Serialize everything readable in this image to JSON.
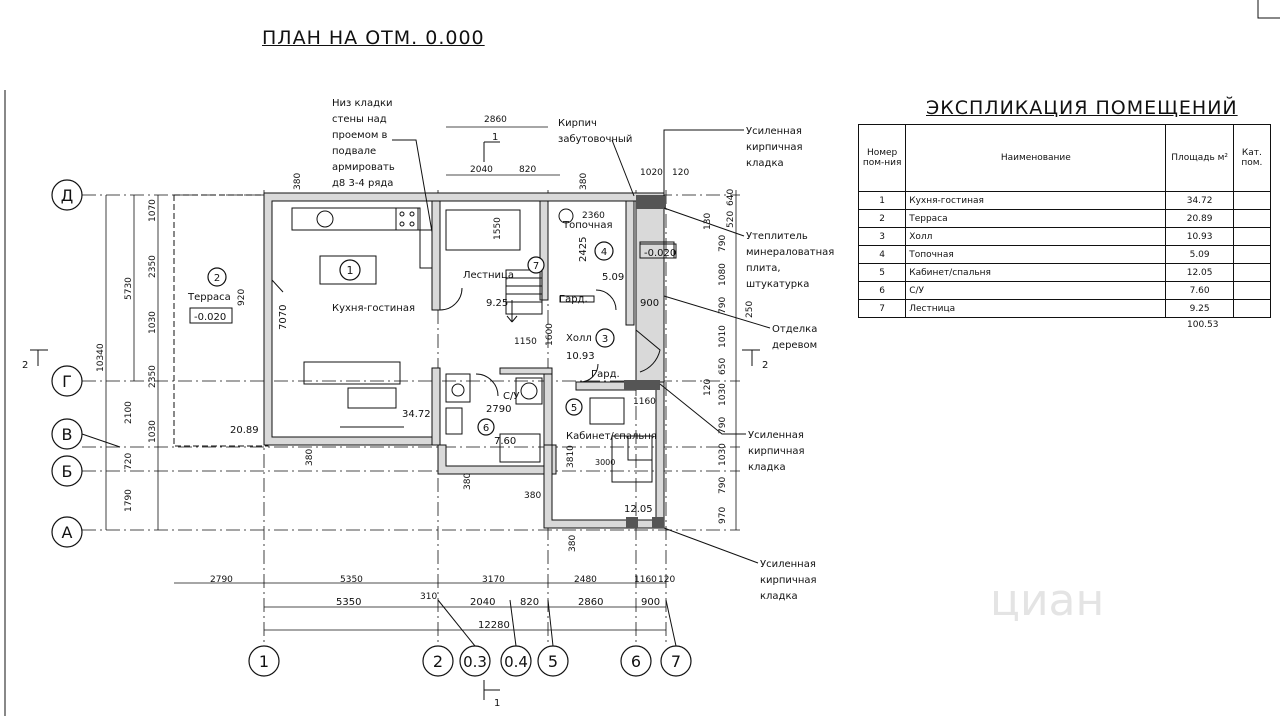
{
  "title": "ПЛАН НА ОТМ. 0.000",
  "legend": {
    "title": "ЭКСПЛИКАЦИЯ ПОМЕЩЕНИЙ",
    "headers": {
      "num": "Номер пом-ния",
      "name": "Наименование",
      "area": "Площадь м²",
      "cat": "Кат. пом."
    },
    "rows": [
      {
        "num": "1",
        "name": "Кухня-гостиная",
        "area": "34.72"
      },
      {
        "num": "2",
        "name": "Терраса",
        "area": "20.89"
      },
      {
        "num": "3",
        "name": "Холл",
        "area": "10.93"
      },
      {
        "num": "4",
        "name": "Топочная",
        "area": "5.09"
      },
      {
        "num": "5",
        "name": "Кабинет/спальня",
        "area": "12.05"
      },
      {
        "num": "6",
        "name": "С/У",
        "area": "7.60"
      },
      {
        "num": "7",
        "name": "Лестница",
        "area": "9.25"
      }
    ],
    "total": "100.53"
  },
  "rooms": {
    "kitchen": {
      "name": "Кухня-гостиная",
      "num": "1",
      "area": "34.72"
    },
    "terrace": {
      "name": "Терраса",
      "num": "2",
      "area": "20.89",
      "level": "-0.020"
    },
    "hall": {
      "name": "Холл",
      "num": "3",
      "area": "10.93"
    },
    "boiler": {
      "name": "Топочная",
      "num": "4",
      "area": "5.09",
      "level": "-0.020"
    },
    "cabinet": {
      "name": "Кабинет/спальня",
      "num": "5",
      "area": "12.05"
    },
    "wc": {
      "name": "С/У",
      "num": "6",
      "area": "7.60"
    },
    "stairs": {
      "name": "Лестница",
      "num": "7",
      "area": "9.25"
    },
    "wardrobe1": "Гард.",
    "wardrobe2": "Гард."
  },
  "notes": {
    "masonry_bottom": [
      "Низ кладки",
      "стены над",
      "проемом в",
      "подвале",
      "армировать",
      "д8 3-4 ряда"
    ],
    "filler_brick": [
      "Кирпич",
      "забутовочный"
    ],
    "reinforced_1": [
      "Усиленная",
      "кирпичная",
      "кладка"
    ],
    "insulation": [
      "Утеплитель",
      "минераловатная",
      "плита,",
      "штукатурка"
    ],
    "wood_finish": [
      "Отделка",
      "деревом"
    ],
    "reinforced_2": [
      "Усиленная",
      "кирпичная",
      "кладка"
    ],
    "reinforced_3": [
      "Усиленная",
      "кирпичная",
      "кладка"
    ]
  },
  "axes": {
    "letters": [
      "Д",
      "Г",
      "В",
      "Б",
      "А"
    ],
    "numbers": [
      "1",
      "2",
      "0.3",
      "0.4",
      "5",
      "6",
      "7"
    ]
  },
  "section_marks": {
    "s1": "1",
    "s2": "2"
  },
  "dims": {
    "top": [
      "2860",
      "2040",
      "820",
      "380",
      "380",
      "1020",
      "120",
      "2360"
    ],
    "bottom1": [
      "2790",
      "5350",
      "3170",
      "2480",
      "1160",
      "120"
    ],
    "bottom2": [
      "5350",
      "310",
      "2040",
      "820",
      "2860",
      "900"
    ],
    "bottom_total": "12280",
    "left_outer": "10340",
    "left_mid": [
      "5730"
    ],
    "left_inner": [
      "1070",
      "2350",
      "1030",
      "2350",
      "2100",
      "1030",
      "720",
      "1790"
    ],
    "right": [
      "640",
      "520",
      "130",
      "790",
      "1080",
      "790",
      "1010",
      "650",
      "1030",
      "790",
      "1030",
      "790",
      "970",
      "120",
      "250"
    ],
    "inner": [
      "7070",
      "1550",
      "2425",
      "920",
      "1150",
      "1600",
      "2790",
      "3810",
      "3000",
      "1160",
      "900",
      "380",
      "380",
      "380",
      "380"
    ]
  },
  "watermark": "циан"
}
